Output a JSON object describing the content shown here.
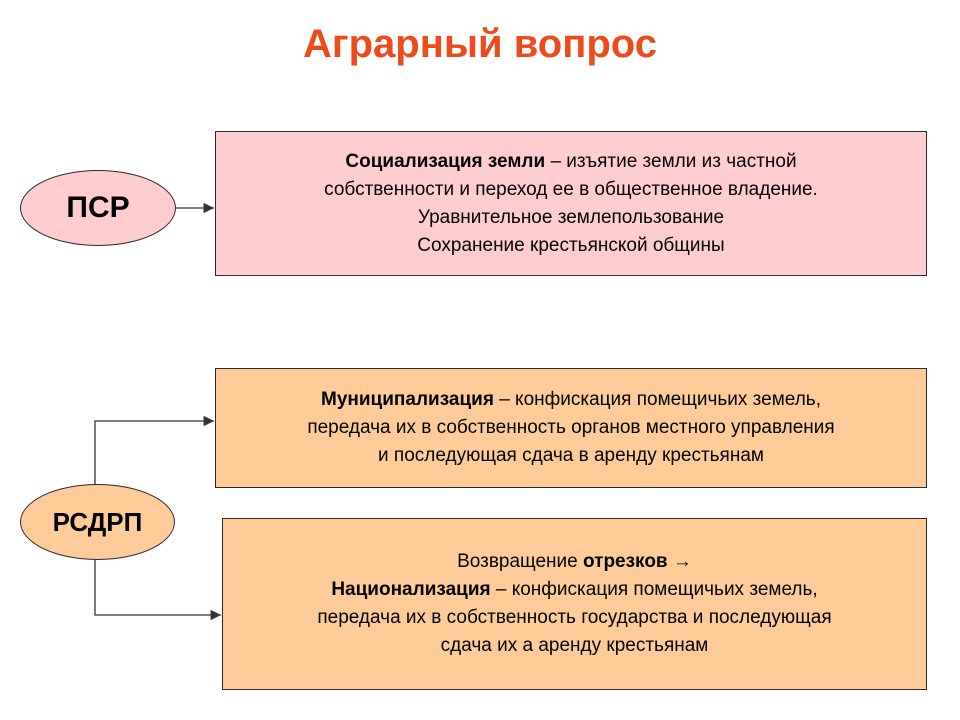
{
  "title": "Аграрный вопрос",
  "parties": {
    "psr": "ПСР",
    "rsdrp": "РСДРП"
  },
  "psr_box": {
    "term": "Социализация земли",
    "line1_rest": " – изъятие земли из частной",
    "line2": "собственности  и переход ее в общественное владение.",
    "line3": "Уравнительное землепользование",
    "line4": "Сохранение крестьянской общины"
  },
  "muni_box": {
    "term": "Муниципализация",
    "line1_rest": "  – конфискация помещичьих земель,",
    "line2": "передача их в собственность  органов местного управления",
    "line3": "и последующая сдача в аренду крестьянам"
  },
  "nat_box": {
    "line1_prefix": "Возвращение ",
    "line1_term": "отрезков",
    "line1_arrow": " →",
    "term": "Национализация",
    "line2_rest": " – конфискация помещичьих земель,",
    "line3": "передача их в собственность государства и последующая",
    "line4": "сдача их а аренду крестьянам"
  }
}
